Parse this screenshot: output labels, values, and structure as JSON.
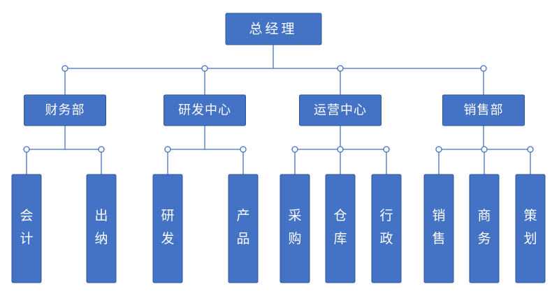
{
  "org_chart": {
    "root": {
      "label": "总经理"
    },
    "departments": [
      {
        "label": "财务部",
        "units": [
          "会计",
          "出纳"
        ]
      },
      {
        "label": "研发中心",
        "units": [
          "研发",
          "产品"
        ]
      },
      {
        "label": "运营中心",
        "units": [
          "采购",
          "仓库",
          "行政"
        ]
      },
      {
        "label": "销售部",
        "units": [
          "销售",
          "商务",
          "策划"
        ]
      }
    ],
    "colors": {
      "box_fill": "#4472c4",
      "box_border": "#2f5597",
      "line": "#4472c4",
      "text": "#ffffff"
    }
  }
}
